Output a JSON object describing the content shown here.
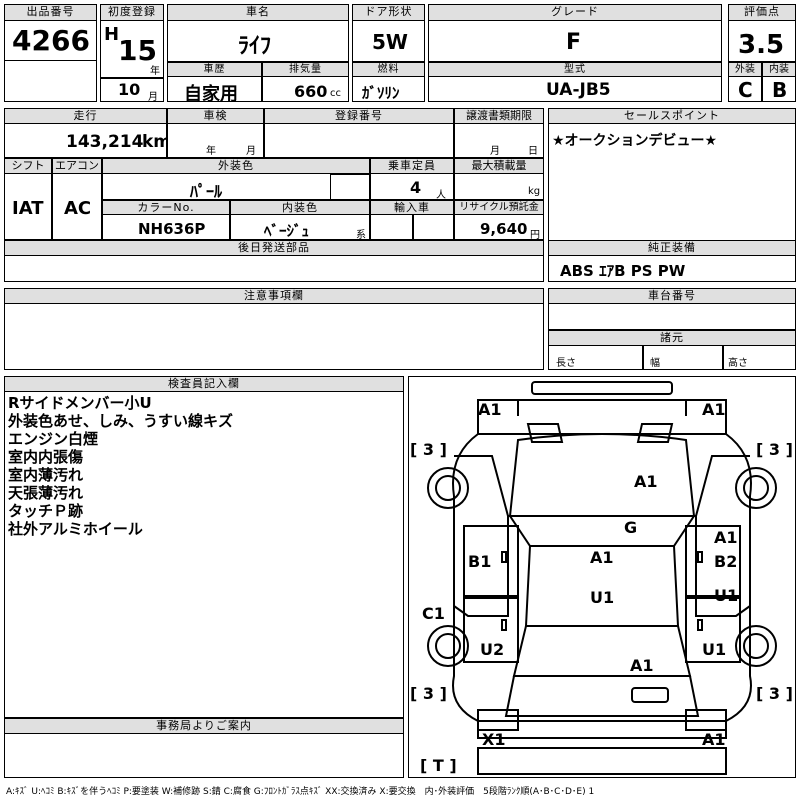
{
  "header": {
    "lot_no_label": "出品番号",
    "lot_no": "4266",
    "reg_label": "初度登録",
    "era": "H",
    "reg_year": "15",
    "year_unit": "年",
    "reg_month": "10",
    "month_unit": "月",
    "name_label": "車名",
    "name": "ﾗｲﾌ",
    "door_label": "ドア形状",
    "door": "5W",
    "grade_label": "グレード",
    "grade": "F",
    "score_label": "評価点",
    "score": "3.5",
    "history_label": "車歴",
    "history": "自家用",
    "displacement_label": "排気量",
    "displacement": "660",
    "cc_unit": "cc",
    "fuel_label": "燃料",
    "fuel": "ｶﾞｿﾘﾝ",
    "model_label": "型式",
    "model": "UA-JB5",
    "ext_label": "外装",
    "ext_grade": "C",
    "int_label": "内装",
    "int_grade": "B"
  },
  "row2": {
    "mileage_label": "走行",
    "mileage": "143,214",
    "km_unit": "km",
    "inspection_label": "車検",
    "insp_year": "年",
    "insp_month": "月",
    "regno_label": "登録番号",
    "transfer_label": "譲渡書類期限",
    "transfer_month": "月",
    "transfer_day": "日",
    "sales_label": "セールスポイント",
    "sales": "★オークションデビュー★"
  },
  "row3": {
    "shift_label": "シフト",
    "shift": "IAT",
    "ac_label": "エアコン",
    "ac": "AC",
    "color_label": "外装色",
    "color": "ﾊﾟｰﾙ",
    "capacity_label": "乗車定員",
    "capacity": "4",
    "capacity_unit": "人",
    "maxload_label": "最大積載量",
    "maxload_unit": "kg",
    "colorno_label": "カラーNo.",
    "colorno": "NH636P",
    "interior_label": "内装色",
    "interior": "ﾍﾞｰｼﾞｭ",
    "interior_unit": "系",
    "import_label": "輸入車",
    "recycle_label": "リサイクル預託金",
    "recycle": "9,640",
    "recycle_unit": "円"
  },
  "row4": {
    "later_label": "後日発送部品",
    "genuine_label": "純正装備",
    "genuine": "ABS ｴｱB PS PW",
    "notes_label": "注意事項欄",
    "chassis_label": "車台番号",
    "dims_label": "諸元",
    "length": "長さ",
    "width": "幅",
    "height": "高さ"
  },
  "inspector": {
    "label": "検査員記入欄",
    "lines": [
      "Rサイドメンバー小U",
      "外装色あせ、しみ、うすい線キズ",
      "エンジン白煙",
      "室内内張傷",
      "室内薄汚れ",
      "天張薄汚れ",
      "タッチＰ跡",
      "社外アルミホイール"
    ]
  },
  "office": {
    "label": "事務局よりご案内"
  },
  "diagram": {
    "marks": {
      "front_left": "A1",
      "front_right": "A1",
      "tire_fl": "[ 3 ]",
      "tire_fr": "[ 3 ]",
      "tire_rl": "[ 3 ]",
      "tire_rr": "[ 3 ]",
      "tire_spare": "[ T ]",
      "hood": "A1",
      "windshield": "G",
      "right_fender": "A1",
      "left_door_front": "B1",
      "right_door_front": "B2",
      "roof": "A1",
      "left_rocker": "C1",
      "center": "U1",
      "right_door_rear": "U1",
      "left_rear": "U2",
      "right_rear": "U1",
      "rear_center": "A1",
      "rear_left": "X1",
      "rear_right": "A1"
    }
  },
  "legend": "A:ｷｽﾞ U:ﾍｺﾐ B:ｷｽﾞを伴うﾍｺﾐ P:要塗装 W:補修跡 S:錆 C:腐食 G:ﾌﾛﾝﾄｶﾞﾗｽ点ｷｽﾞ XX:交換済み X:要交換　内･外装評価　5段階ﾗﾝｸ順(A･B･C･D･E) 1"
}
